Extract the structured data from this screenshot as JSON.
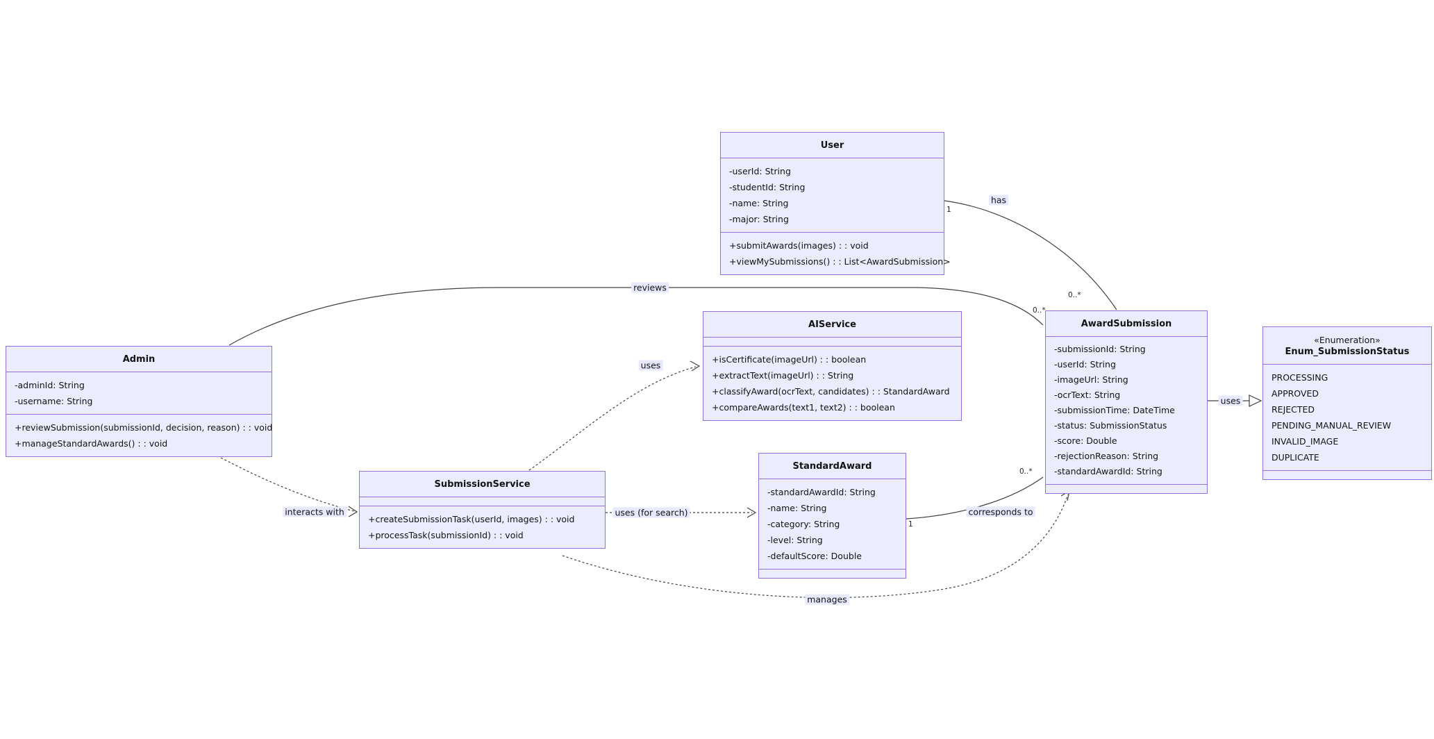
{
  "diagram_type": "uml-class-diagram",
  "colors": {
    "box_fill": "#ECECFF",
    "box_border": "#9370DB",
    "edge_line": "#404040",
    "label_background": "#E8E8FF",
    "text": "#131313"
  },
  "classes": {
    "user": {
      "title": "User",
      "attributes": [
        "-userId: String",
        "-studentId: String",
        "-name: String",
        "-major: String"
      ],
      "methods": [
        "+submitAwards(images) : : void",
        "+viewMySubmissions() : : List<AwardSubmission>"
      ]
    },
    "admin": {
      "title": "Admin",
      "attributes": [
        "-adminId: String",
        "-username: String"
      ],
      "methods": [
        "+reviewSubmission(submissionId, decision, reason) : : void",
        "+manageStandardAwards() : : void"
      ]
    },
    "ai_service": {
      "title": "AIService",
      "attributes": [],
      "methods": [
        "+isCertificate(imageUrl) : : boolean",
        "+extractText(imageUrl) : : String",
        "+classifyAward(ocrText, candidates) : : StandardAward",
        "+compareAwards(text1, text2) : : boolean"
      ]
    },
    "submission_service": {
      "title": "SubmissionService",
      "attributes": [],
      "methods": [
        "+createSubmissionTask(userId, images) : : void",
        "+processTask(submissionId) : : void"
      ]
    },
    "standard_award": {
      "title": "StandardAward",
      "attributes": [
        "-standardAwardId: String",
        "-name: String",
        "-category: String",
        "-level: String",
        "-defaultScore: Double"
      ],
      "methods": []
    },
    "award_submission": {
      "title": "AwardSubmission",
      "attributes": [
        "-submissionId: String",
        "-userId: String",
        "-imageUrl: String",
        "-ocrText: String",
        "-submissionTime: DateTime",
        "-status: SubmissionStatus",
        "-score: Double",
        "-rejectionReason: String",
        "-standardAwardId: String"
      ],
      "methods": []
    },
    "enum_submission_status": {
      "stereotype": "«Enumeration»",
      "title": "Enum_SubmissionStatus",
      "values": [
        "PROCESSING",
        "APPROVED",
        "REJECTED",
        "PENDING_MANUAL_REVIEW",
        "INVALID_IMAGE",
        "DUPLICATE"
      ]
    }
  },
  "edges": {
    "user_has_submission": {
      "label": "has",
      "source_multiplicity": "1",
      "target_multiplicity": "0..*"
    },
    "admin_reviews_submission": {
      "label": "reviews",
      "target_multiplicity": "0..*"
    },
    "admin_interacts_service": {
      "label": "interacts with"
    },
    "service_uses_ai": {
      "label": "uses"
    },
    "service_uses_award": {
      "label": "uses (for search)"
    },
    "award_corresponds_submission": {
      "label": "corresponds to",
      "source_multiplicity": "1",
      "target_multiplicity": "0..*"
    },
    "service_manages_submission": {
      "label": "manages"
    },
    "submission_uses_enum": {
      "label": "uses"
    }
  }
}
